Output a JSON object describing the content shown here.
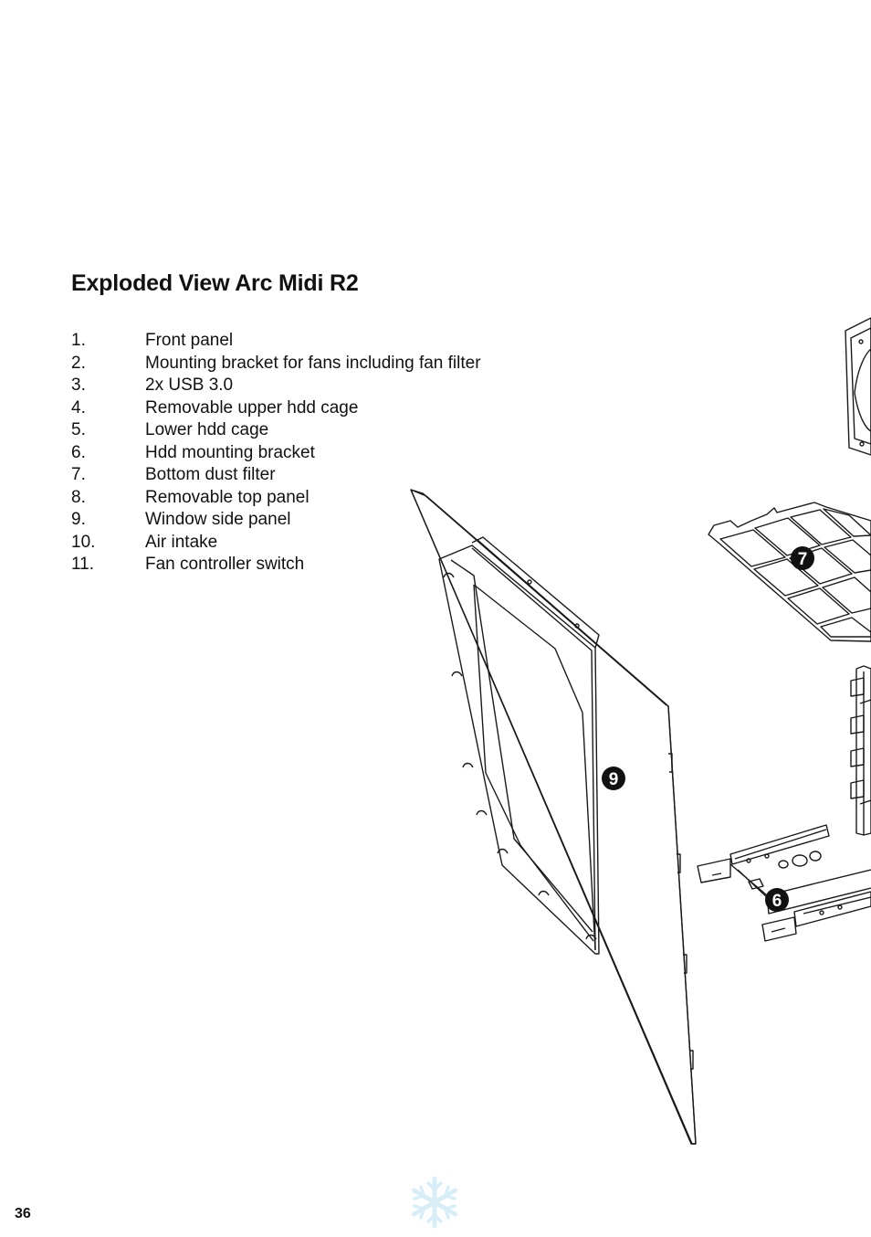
{
  "page": {
    "title": "Exploded View Arc Midi R2",
    "page_number": "36"
  },
  "parts": [
    {
      "num": "1.",
      "label": "Front panel"
    },
    {
      "num": "2.",
      "label": "Mounting bracket for fans including fan filter"
    },
    {
      "num": "3.",
      "label": "2x USB 3.0"
    },
    {
      "num": "4.",
      "label": "Removable upper hdd cage"
    },
    {
      "num": "5.",
      "label": "Lower hdd cage"
    },
    {
      "num": "6.",
      "label": "Hdd mounting bracket"
    },
    {
      "num": "7.",
      "label": "Bottom dust filter"
    },
    {
      "num": "8.",
      "label": "Removable top panel"
    },
    {
      "num": "9.",
      "label": "Window side panel"
    },
    {
      "num": "10.",
      "label": "Air intake"
    },
    {
      "num": "11.",
      "label": "Fan controller switch"
    }
  ],
  "callouts": {
    "window_panel": "9",
    "dust_filter": "7",
    "hdd_bracket": "6"
  }
}
